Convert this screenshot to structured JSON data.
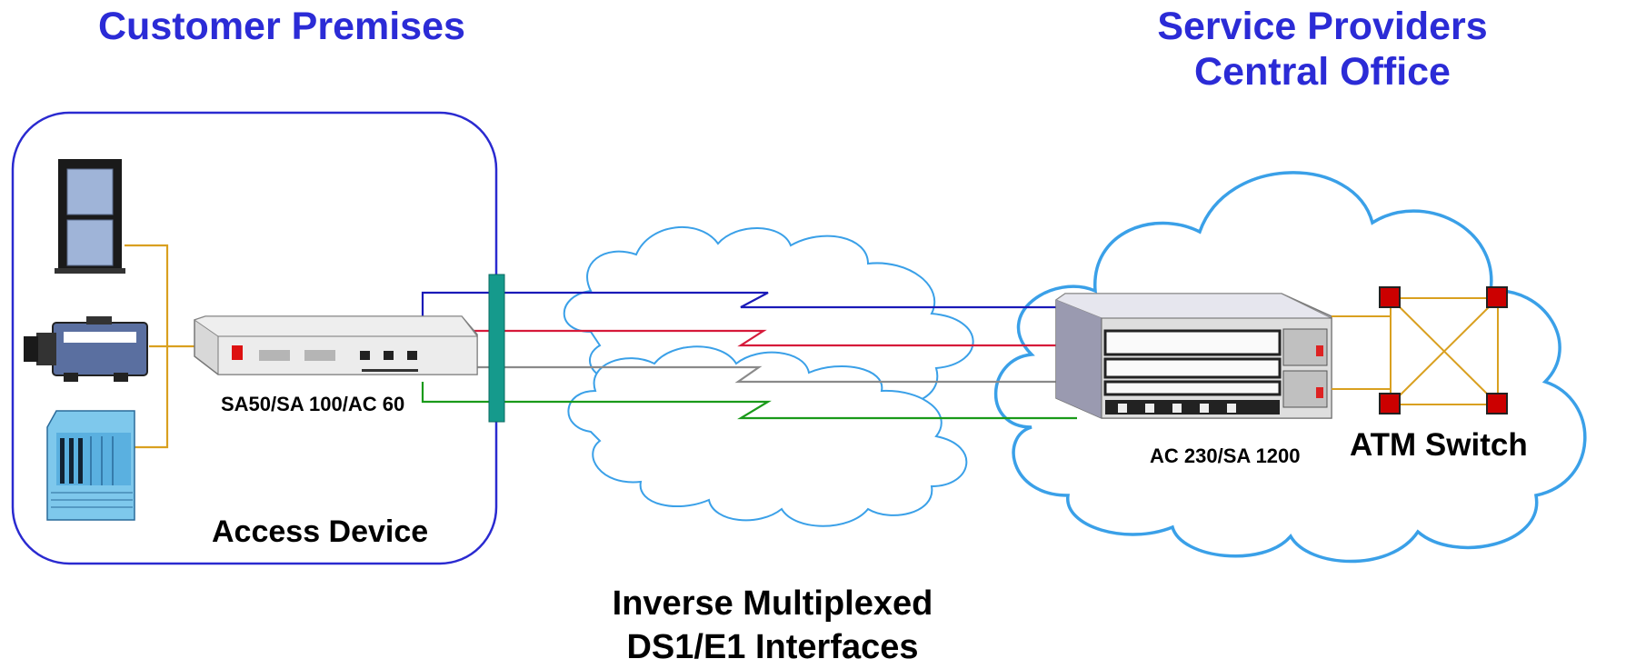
{
  "titles": {
    "customer_premises": "Customer Premises",
    "service_providers_line1": "Service Providers",
    "service_providers_line2": "Central Office"
  },
  "labels": {
    "access_device_model": "SA50/SA 100/AC 60",
    "access_device": "Access Device",
    "central_device_model": "AC 230/SA 1200",
    "atm_switch": "ATM Switch",
    "interfaces_line1": "Inverse Multiplexed",
    "interfaces_line2": "DS1/E1 Interfaces"
  },
  "colors": {
    "title_blue": "#2b2bd6",
    "premises_border": "#2a2ad0",
    "cloud_outline": "#3aa0e8",
    "link_blue": "#1a1ab8",
    "link_red": "#d61a3a",
    "link_gray": "#8a8a8a",
    "link_green": "#1a9a1a",
    "bar_teal": "#159a8c",
    "lan_orange": "#d9a020",
    "atm_node_red": "#cc0000"
  },
  "icons": [
    "server-rack-icon",
    "video-camera-icon",
    "router-chassis-icon",
    "access-device-icon",
    "central-office-chassis-icon",
    "atm-node-icon"
  ]
}
